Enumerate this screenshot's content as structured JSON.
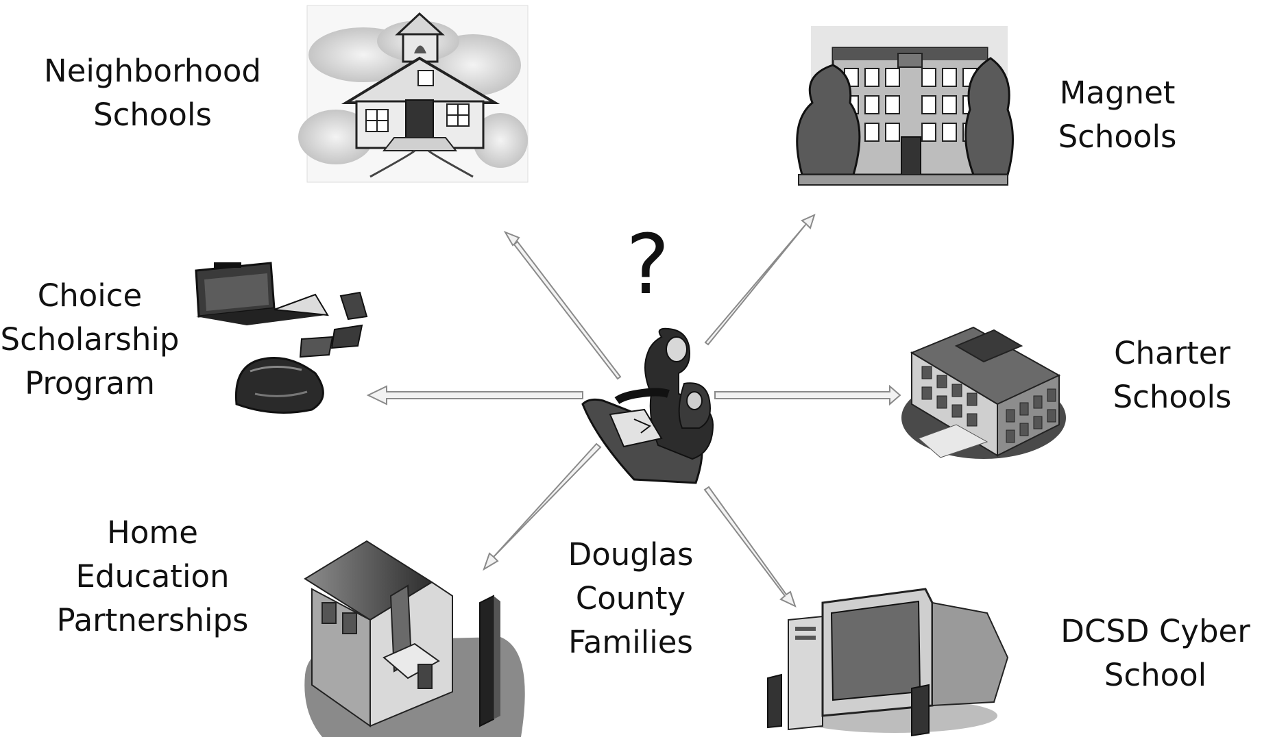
{
  "center": {
    "label_lines": [
      "Douglas",
      "County",
      "Families"
    ],
    "question_mark": "?"
  },
  "options": [
    {
      "id": "neighborhood",
      "label_lines": [
        "Neighborhood",
        "Schools"
      ],
      "icon": "schoolhouse-icon"
    },
    {
      "id": "magnet",
      "label_lines": [
        "Magnet",
        "Schools"
      ],
      "icon": "city-school-building-icon"
    },
    {
      "id": "choice",
      "label_lines": [
        "Choice",
        "Scholarship",
        "Program"
      ],
      "icon": "briefcase-and-bag-icon"
    },
    {
      "id": "charter",
      "label_lines": [
        "Charter",
        "Schools"
      ],
      "icon": "office-building-icon"
    },
    {
      "id": "home",
      "label_lines": [
        "Home",
        "Education",
        "Partnerships"
      ],
      "icon": "house-icon"
    },
    {
      "id": "cyber",
      "label_lines": [
        "DCSD Cyber",
        "School"
      ],
      "icon": "computer-icon"
    }
  ],
  "colors": {
    "text": "#111111",
    "arrow_fill": "#f2f2f2",
    "arrow_stroke": "#8a8a8a"
  }
}
